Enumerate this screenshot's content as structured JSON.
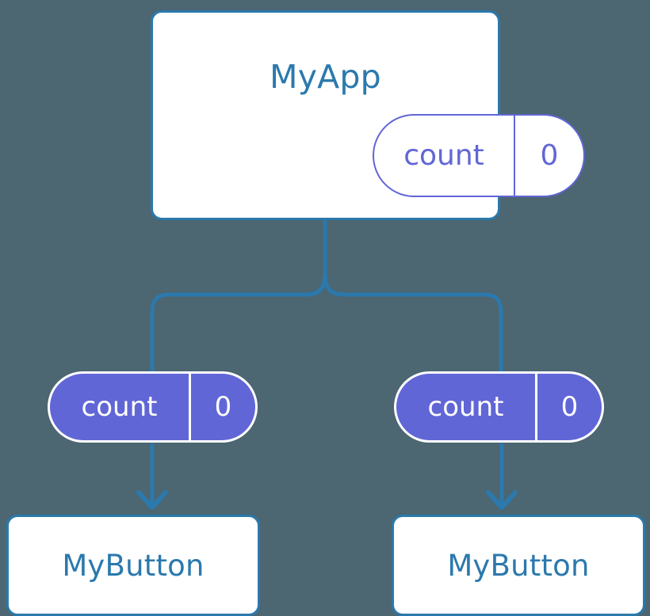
{
  "diagram": {
    "type": "component-state-propagation-tree",
    "background_color": "#4c6672",
    "accent_blue": "#2b79ad",
    "accent_purple": "#6166d6",
    "surface_white": "#ffffff"
  },
  "root": {
    "title": "MyApp",
    "state": {
      "key": "count",
      "value": "0"
    }
  },
  "children": [
    {
      "state": {
        "key": "count",
        "value": "0"
      },
      "title": "MyButton"
    },
    {
      "state": {
        "key": "count",
        "value": "0"
      },
      "title": "MyButton"
    }
  ]
}
